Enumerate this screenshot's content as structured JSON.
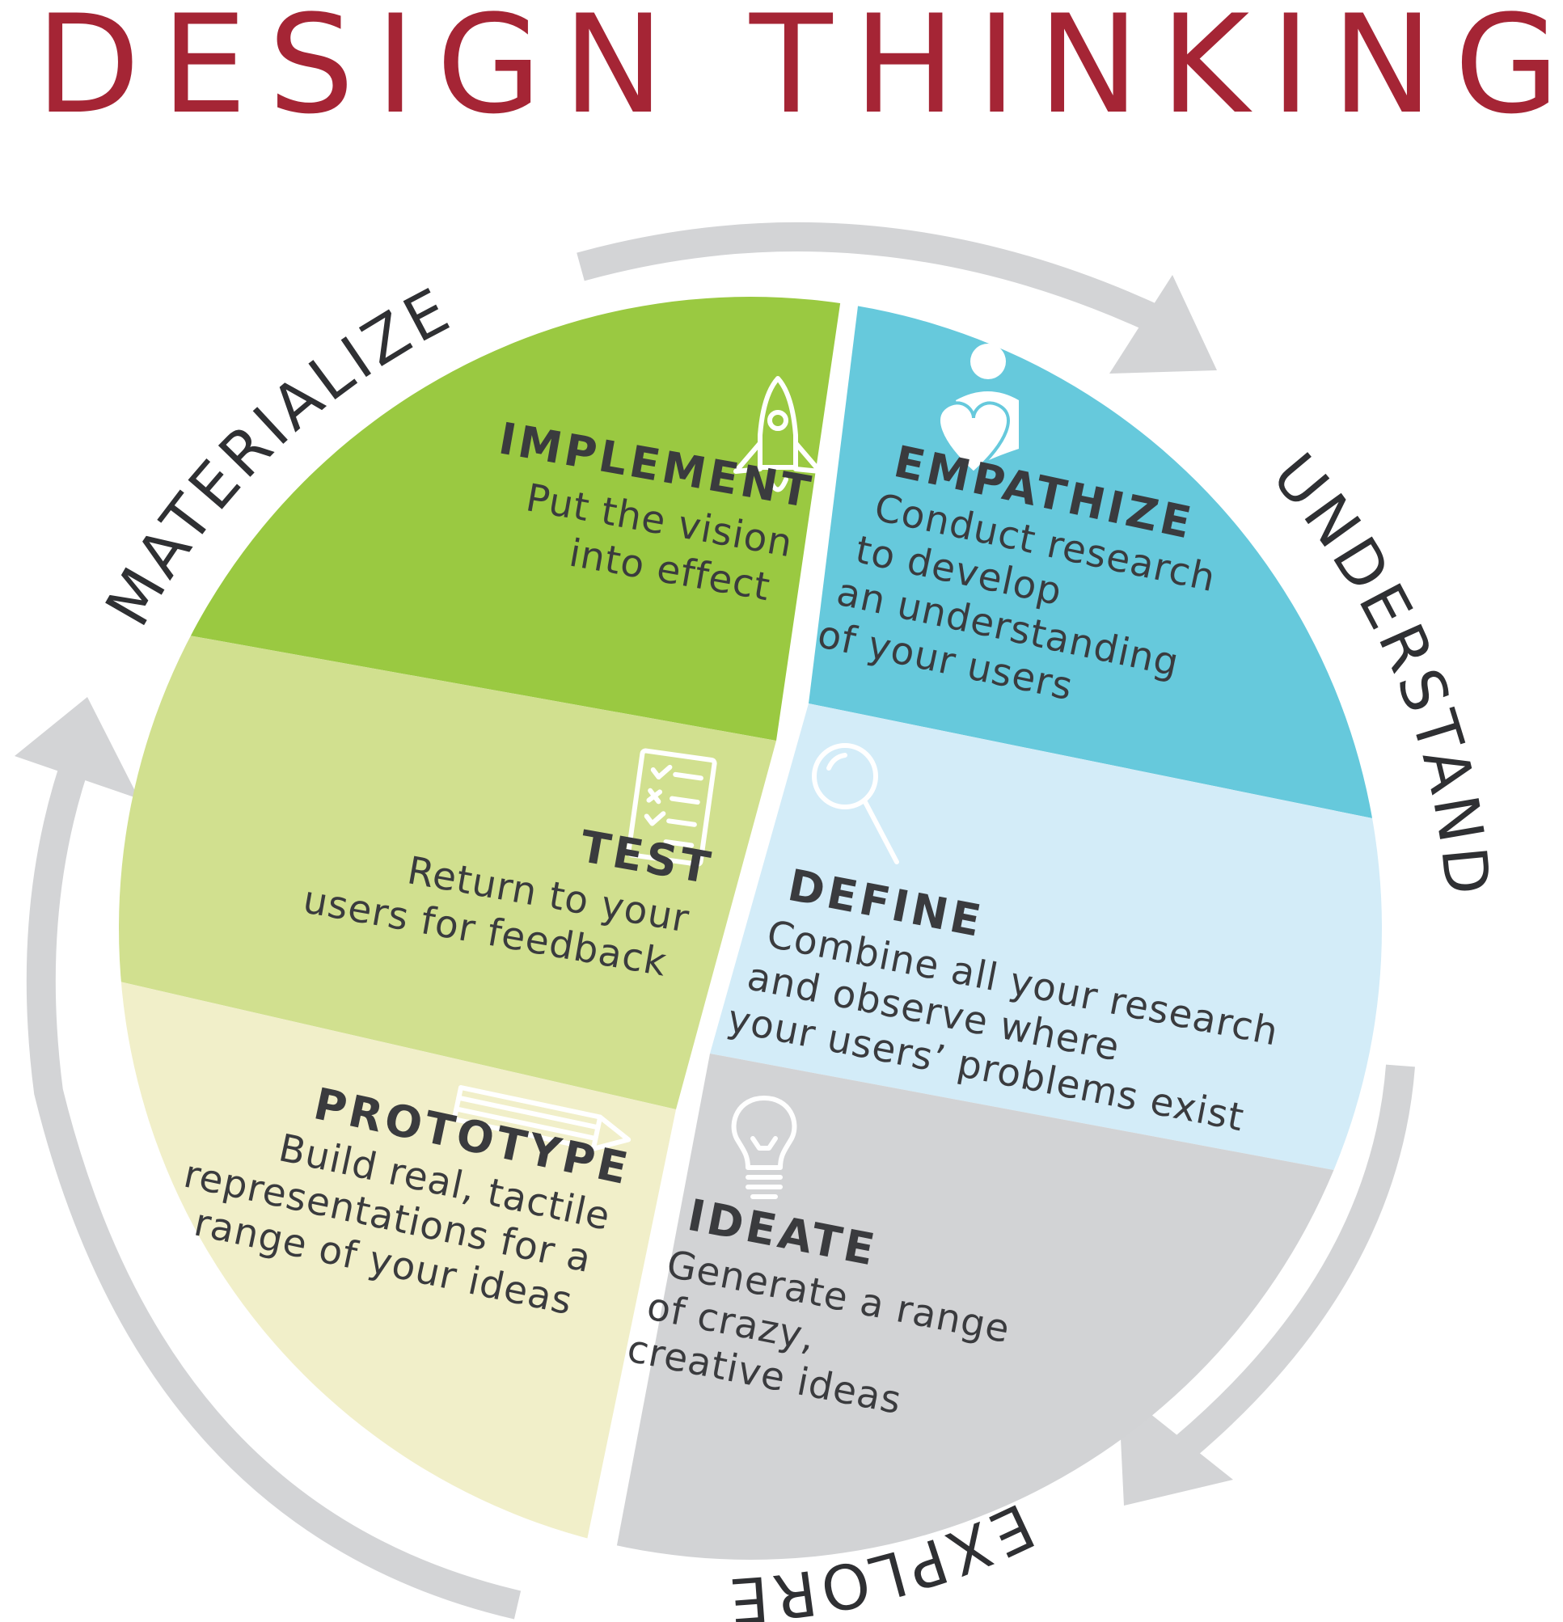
{
  "title": "DESIGN THINKING",
  "stages": {
    "materialize": "MATERIALIZE",
    "understand": "UNDERSTAND",
    "explore": "EXPLORE"
  },
  "phases": {
    "implement": {
      "title": "IMPLEMENT",
      "lines": [
        "Put the vision",
        "into effect"
      ],
      "color": "#9ac941",
      "icon": "rocket-icon"
    },
    "test": {
      "title": "TEST",
      "lines": [
        "Return to your",
        "users for feedback"
      ],
      "color": "#d1e08f",
      "icon": "checklist-icon"
    },
    "prototype": {
      "title": "PROTOTYPE",
      "lines": [
        "Build real, tactile",
        "representations for a",
        "range of your ideas"
      ],
      "color": "#f1efc9",
      "icon": "pencil-icon"
    },
    "empathize": {
      "title": "EMPATHIZE",
      "lines": [
        "Conduct research",
        "to develop",
        "an understanding",
        "of your users"
      ],
      "color": "#66c9dc",
      "icon": "person-heart-icon"
    },
    "define": {
      "title": "DEFINE",
      "lines": [
        "Combine all your research",
        "and observe where",
        "your users’ problems exist"
      ],
      "color": "#d3ecf8",
      "icon": "magnifier-icon"
    },
    "ideate": {
      "title": "IDEATE",
      "lines": [
        "Generate a range",
        "of crazy,",
        "creative ideas"
      ],
      "color": "#d2d3d5",
      "icon": "lightbulb-icon"
    }
  },
  "colors": {
    "title": "#a52535",
    "arrows": "#d3d4d6",
    "text": "#3a3b3e"
  }
}
